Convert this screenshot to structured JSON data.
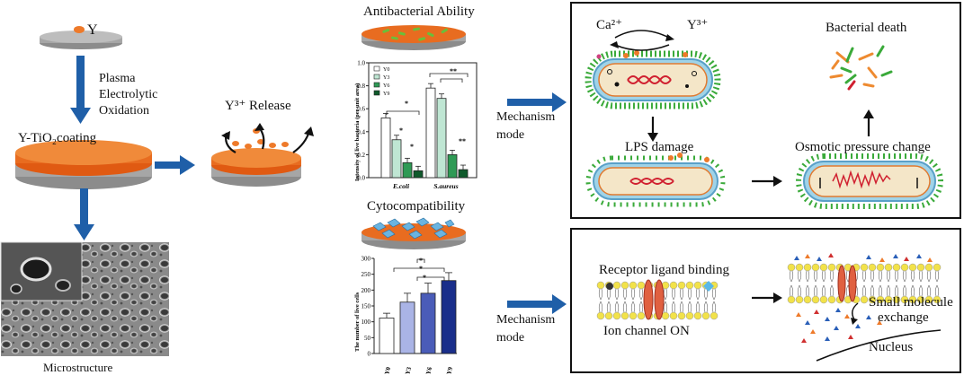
{
  "process": {
    "y_label": "Y",
    "plasma_lines": [
      "Plasma",
      "Electrolytic",
      "Oxidation"
    ],
    "coating_label": "Y-TiO₂coating",
    "release_label": "Y³⁺ Release",
    "microstructure_label": "Microstructure"
  },
  "antibacterial": {
    "title": "Antibacterial Ability",
    "chart_data": {
      "type": "bar",
      "categories": [
        "E.coli",
        "S.aureus"
      ],
      "series": [
        {
          "name": "Y0",
          "values": [
            0.52,
            0.78
          ]
        },
        {
          "name": "Y3",
          "values": [
            0.33,
            0.69
          ]
        },
        {
          "name": "Y6",
          "values": [
            0.13,
            0.2
          ]
        },
        {
          "name": "Y9",
          "values": [
            0.06,
            0.07
          ]
        }
      ],
      "ylabel": "Intensity of live bacteria (per unit area)",
      "ylim": [
        0,
        1.0
      ],
      "yticks": [
        "0.0",
        "0.2",
        "0.4",
        "0.6",
        "0.8",
        "1.0"
      ],
      "colors": [
        "#ffffff",
        "#bfe6d3",
        "#2f9a55",
        "#0f5a2c"
      ],
      "legend_position": "top-left",
      "sig_marks": [
        "*",
        "*",
        "*",
        "**",
        "**"
      ]
    }
  },
  "cytocompat": {
    "title": "Cytocompatibility",
    "chart_data": {
      "type": "bar",
      "categories": [
        "Y0",
        "Y3",
        "Y6",
        "Y9"
      ],
      "values": [
        112,
        162,
        190,
        230
      ],
      "errors": [
        15,
        28,
        32,
        25
      ],
      "ylabel": "The number of live cells",
      "ylim": [
        0,
        300
      ],
      "yticks": [
        "0",
        "50",
        "100",
        "150",
        "200",
        "250",
        "300"
      ],
      "colors": [
        "#ffffff",
        "#aab4e6",
        "#4a5cb8",
        "#1a2e8a"
      ],
      "sig_marks": [
        "*",
        "*",
        "*"
      ]
    }
  },
  "mechanism": {
    "mode_label_lines": [
      "Mechanism",
      "mode"
    ],
    "top": {
      "ca_label": "Ca²⁺",
      "y_label": "Y³⁺",
      "bacterial_death": "Bacterial death",
      "lps_damage": "LPS damage",
      "osmotic": "Osmotic pressure change"
    },
    "bottom": {
      "receptor": "Receptor ligand binding",
      "ion_channel": "Ion channel ON",
      "small_molecule_lines": [
        "Small molecule",
        "exchange"
      ],
      "nucleus": "Nucleus"
    }
  },
  "colors": {
    "orange": "#ee7a2a",
    "grey": "#9a9a9a",
    "arrow_blue": "#1f5fa8",
    "membrane_green": "#3aaa3a",
    "cell_body": "#f4e6c8",
    "lipid_yellow": "#f2e24a"
  }
}
